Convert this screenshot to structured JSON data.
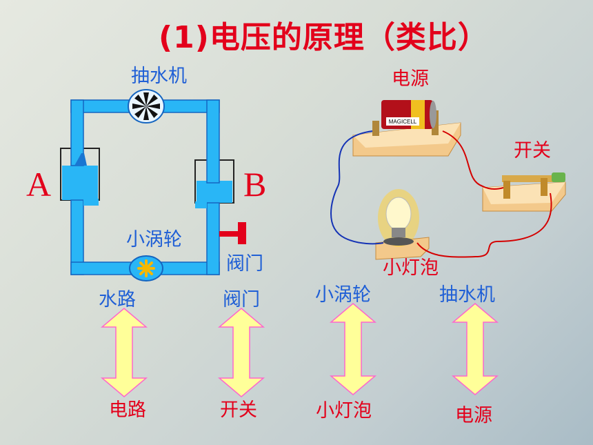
{
  "title": "(1)电压的原理（类比）",
  "water": {
    "pump_label": "抽水机",
    "point_a": "A",
    "point_b": "B",
    "turbine_label": "小涡轮",
    "valve_label": "阀门"
  },
  "circuit": {
    "source_label": "电源",
    "switch_label": "开关",
    "bulb_label": "小灯泡",
    "battery_brand": "MAGICELL"
  },
  "analogy": {
    "top": [
      "水路",
      "阀门",
      "小涡轮",
      "抽水机"
    ],
    "bottom": [
      "电路",
      "开关",
      "小灯泡",
      "电源"
    ]
  },
  "colors": {
    "water": "#29b6f6",
    "pipe_border": "#1565c0",
    "title": "#e3001b",
    "arrow_fill": "#ffff99",
    "arrow_stroke": "#ff66cc"
  }
}
